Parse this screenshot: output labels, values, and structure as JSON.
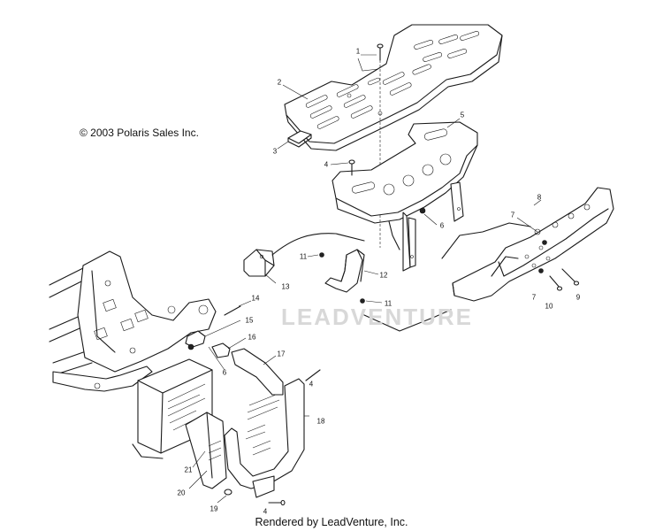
{
  "copyright": "© 2003 Polaris Sales Inc.",
  "footer": "Rendered by LeadVenture, Inc.",
  "watermark": "LEADVENTURE",
  "callouts": [
    {
      "id": "1",
      "text": "1"
    },
    {
      "id": "2",
      "text": "2"
    },
    {
      "id": "3",
      "text": "3"
    },
    {
      "id": "4a",
      "text": "4"
    },
    {
      "id": "5",
      "text": "5"
    },
    {
      "id": "6a",
      "text": "6"
    },
    {
      "id": "7a",
      "text": "7"
    },
    {
      "id": "8",
      "text": "8"
    },
    {
      "id": "11a",
      "text": "11"
    },
    {
      "id": "12",
      "text": "12"
    },
    {
      "id": "13",
      "text": "13"
    },
    {
      "id": "11b",
      "text": "11"
    },
    {
      "id": "14",
      "text": "14"
    },
    {
      "id": "15",
      "text": "15"
    },
    {
      "id": "16",
      "text": "16"
    },
    {
      "id": "6b",
      "text": "6"
    },
    {
      "id": "17",
      "text": "17"
    },
    {
      "id": "4b",
      "text": "4"
    },
    {
      "id": "7b",
      "text": "7"
    },
    {
      "id": "10",
      "text": "10"
    },
    {
      "id": "9",
      "text": "9"
    },
    {
      "id": "18",
      "text": "18"
    },
    {
      "id": "21",
      "text": "21"
    },
    {
      "id": "20",
      "text": "20"
    },
    {
      "id": "19",
      "text": "19"
    },
    {
      "id": "4c",
      "text": "4"
    }
  ]
}
